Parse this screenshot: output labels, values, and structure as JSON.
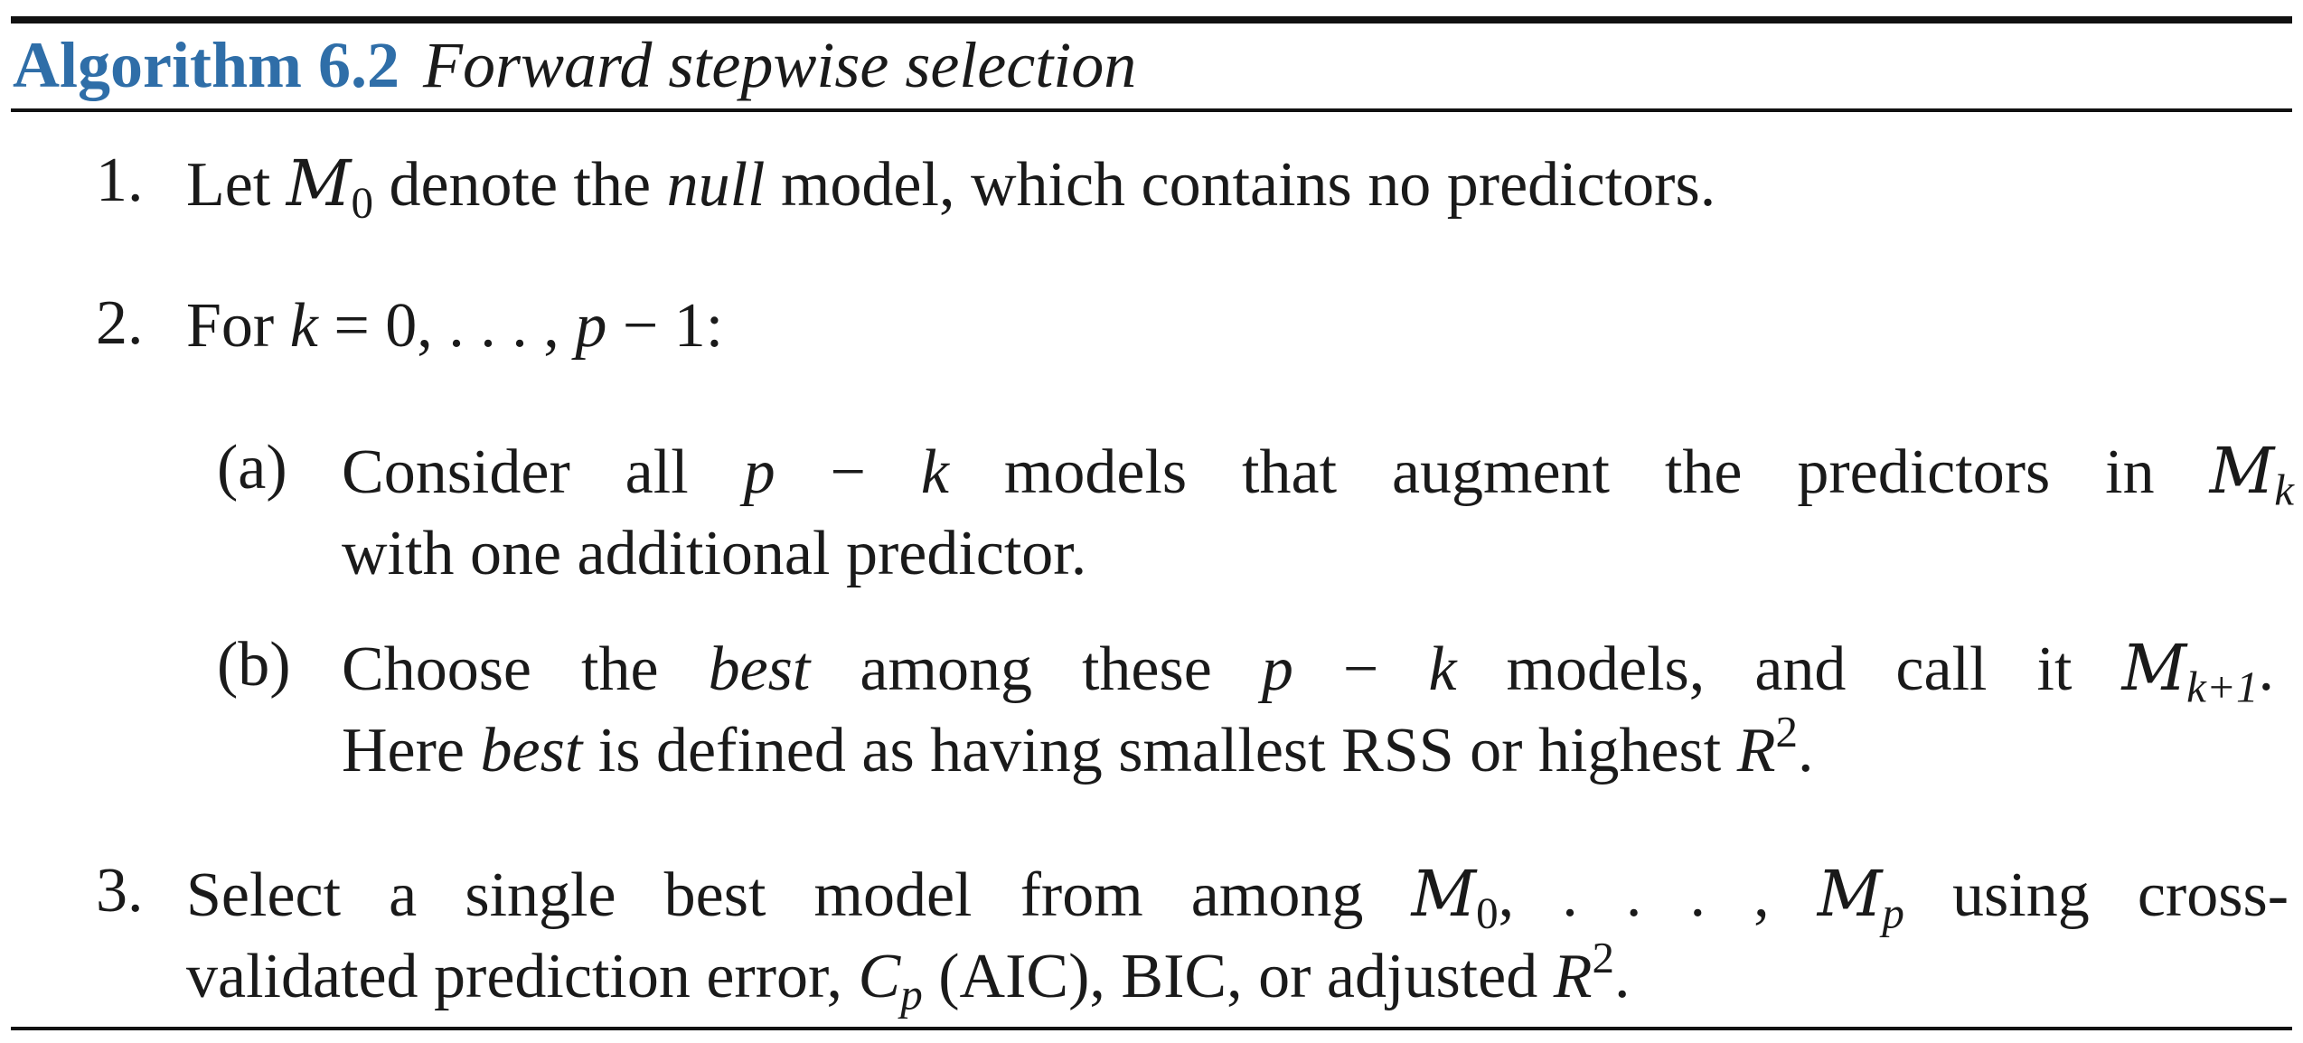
{
  "algorithm": {
    "label": "Algorithm 6.2",
    "title": "Forward stepwise selection"
  },
  "steps": [
    {
      "number": "1.",
      "segments": [
        {
          "t": "Let "
        },
        {
          "t": "M",
          "s": "cal"
        },
        {
          "t": "0",
          "s": "sub"
        },
        {
          "t": " denote the "
        },
        {
          "t": "null",
          "s": "it"
        },
        {
          "t": " model, which contains no predictors."
        }
      ]
    },
    {
      "number": "2.",
      "segments": [
        {
          "t": "For "
        },
        {
          "t": "k",
          "s": "it"
        },
        {
          "t": " = 0, . . . , "
        },
        {
          "t": "p",
          "s": "it"
        },
        {
          "t": " − 1:"
        }
      ],
      "substeps": [
        {
          "label": "(a)",
          "lines": [
            [
              {
                "t": "Consider all "
              },
              {
                "t": "p",
                "s": "it"
              },
              {
                "t": " − "
              },
              {
                "t": "k",
                "s": "it"
              },
              {
                "t": " models that augment the predictors in "
              },
              {
                "t": "M",
                "s": "cal"
              },
              {
                "t": "k",
                "s": "sub-it"
              }
            ],
            [
              {
                "t": "with one additional predictor."
              }
            ]
          ]
        },
        {
          "label": "(b)",
          "lines": [
            [
              {
                "t": "Choose the "
              },
              {
                "t": "best",
                "s": "it"
              },
              {
                "t": " among these "
              },
              {
                "t": "p",
                "s": "it"
              },
              {
                "t": " − "
              },
              {
                "t": "k",
                "s": "it"
              },
              {
                "t": " models, and call it "
              },
              {
                "t": "M",
                "s": "cal"
              },
              {
                "t": "k+1",
                "s": "sub-it"
              },
              {
                "t": "."
              }
            ],
            [
              {
                "t": "Here "
              },
              {
                "t": "best",
                "s": "it"
              },
              {
                "t": " is defined as having smallest RSS or highest "
              },
              {
                "t": "R",
                "s": "it"
              },
              {
                "t": "2",
                "s": "sup"
              },
              {
                "t": "."
              }
            ]
          ]
        }
      ]
    },
    {
      "number": "3.",
      "lines": [
        [
          {
            "t": "Select a single best model from among "
          },
          {
            "t": "M",
            "s": "cal"
          },
          {
            "t": "0",
            "s": "sub"
          },
          {
            "t": ", . . . , "
          },
          {
            "t": "M",
            "s": "cal"
          },
          {
            "t": "p",
            "s": "sub-it"
          },
          {
            "t": " using cross-"
          }
        ],
        [
          {
            "t": "validated prediction error, "
          },
          {
            "t": "C",
            "s": "it"
          },
          {
            "t": "p",
            "s": "sub-it"
          },
          {
            "t": " (AIC), BIC, or adjusted "
          },
          {
            "t": "R",
            "s": "it"
          },
          {
            "t": "2",
            "s": "sup"
          },
          {
            "t": "."
          }
        ]
      ]
    }
  ]
}
